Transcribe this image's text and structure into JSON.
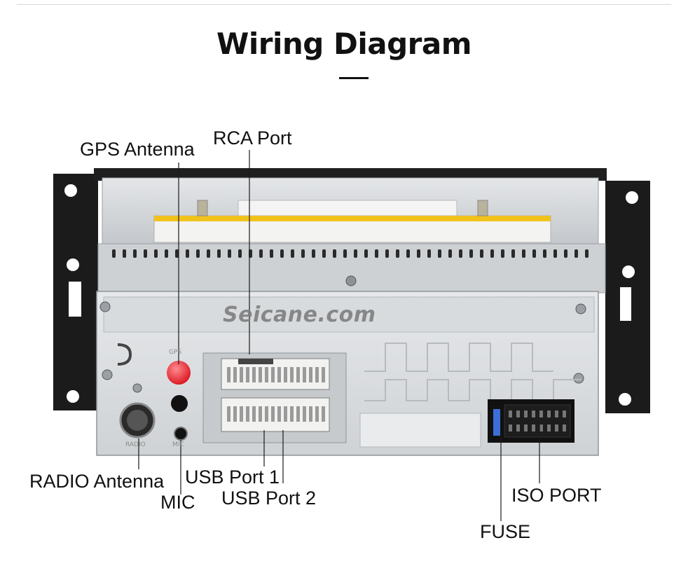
{
  "title": "Wiring Diagram",
  "watermark": "Seicane.com",
  "panel_text": {
    "gps": "GPS",
    "radio": "RADIO",
    "mic": "MIC"
  },
  "labels": {
    "gps_antenna": "GPS Antenna",
    "rca_port": "RCA Port",
    "radio_antenna": "RADIO Antenna",
    "mic": "MIC",
    "usb_port_1": "USB Port 1",
    "usb_port_2": "USB Port 2",
    "iso_port": "ISO PORT",
    "fuse": "FUSE"
  },
  "colors": {
    "chassis": "#c9ccd0",
    "panel": "#dadddf",
    "bracket": "#1a1a1a",
    "gps_connector": "#e8232d",
    "sticker": "#f1c21b",
    "fuse": "#3a6fd8"
  }
}
